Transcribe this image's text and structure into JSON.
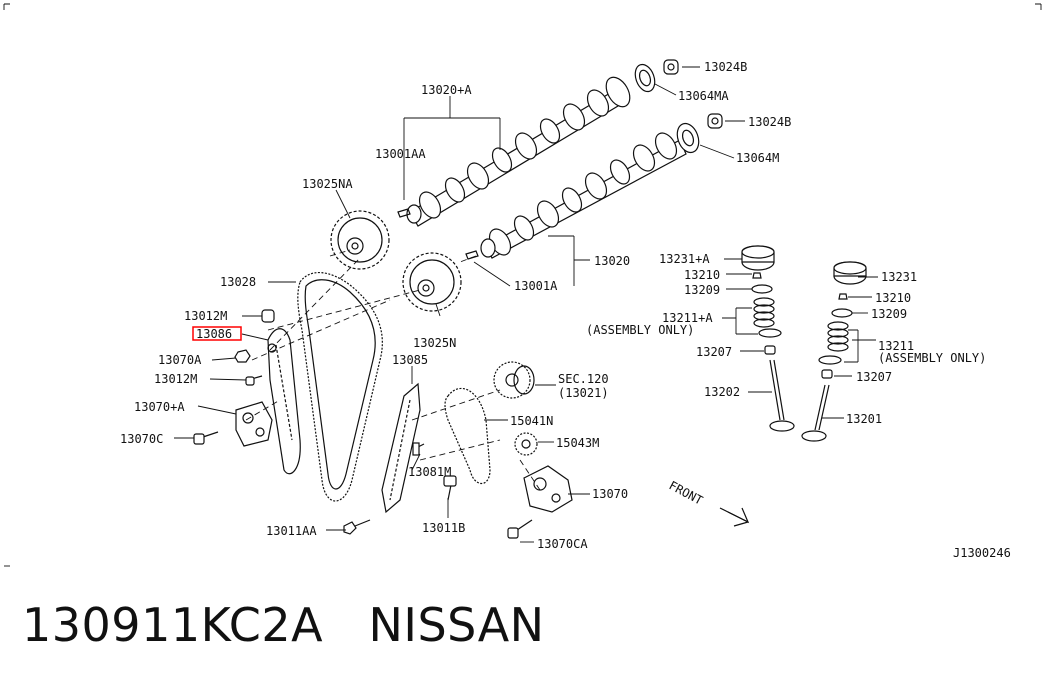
{
  "diagram": {
    "ref": "J1300246",
    "front": "FRONT",
    "highlight_color": "#ff0000",
    "labels": {
      "l13024B_a": "13024B",
      "l13064MA": "13064MA",
      "l13024B_b": "13024B",
      "l13064M": "13064M",
      "l13020A": "13020+A",
      "l13001AA": "13001AA",
      "l13025NA": "13025NA",
      "l13020": "13020",
      "l13001A": "13001A",
      "l13028": "13028",
      "l13012M_a": "13012M",
      "l13086": "13086",
      "l13070A": "13070A",
      "l13012M_b": "13012M",
      "l13070pA": "13070+A",
      "l13070C": "13070C",
      "l13025N": "13025N",
      "l13085": "13085",
      "lSEC120": "SEC.120",
      "l13021": "(13021)",
      "l15041N": "15041N",
      "l15043M": "15043M",
      "l13081M": "13081M",
      "l13070": "13070",
      "l13011AA": "13011AA",
      "l13011B": "13011B",
      "l13070CA": "13070CA",
      "l13231A": "13231+A",
      "l13210a": "13210",
      "l13209a": "13209",
      "l13211A": "13211+A",
      "lAsmOnly1": "(ASSEMBLY ONLY)",
      "l13207a": "13207",
      "l13202": "13202",
      "l13231": "13231",
      "l13210b": "13210",
      "l13209b": "13209",
      "l13211": "13211",
      "lAsmOnly2": "(ASSEMBLY ONLY)",
      "l13207b": "13207",
      "l13201": "13201"
    }
  },
  "caption": {
    "part_number": "130911KC2A",
    "brand": "NISSAN"
  }
}
